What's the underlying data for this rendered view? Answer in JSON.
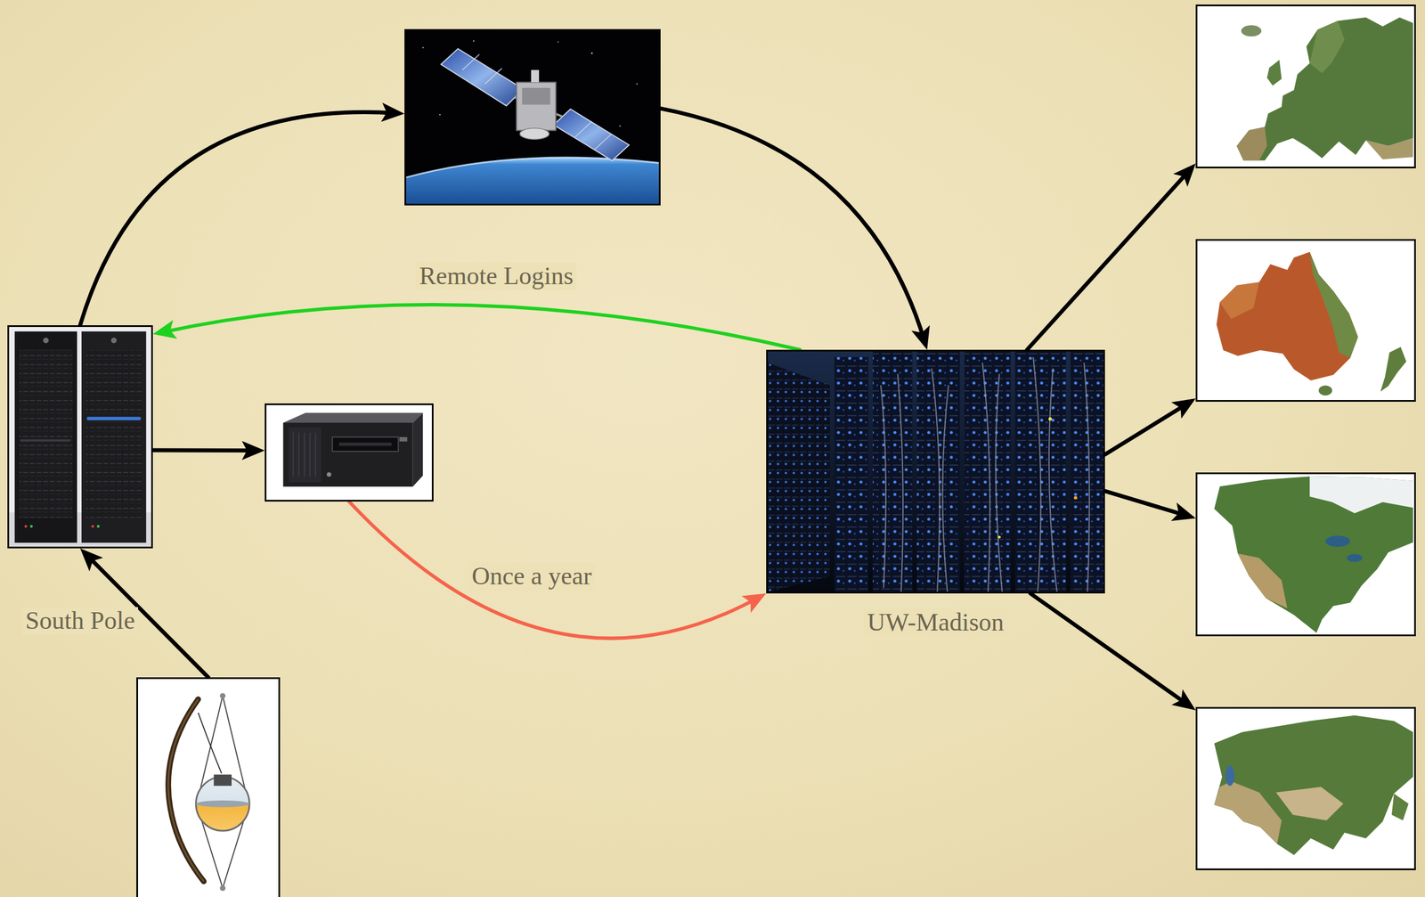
{
  "diagram": {
    "nodes": [
      {
        "text": [
          "South Pole"
        ]
      },
      {
        "text": []
      },
      {
        "text": []
      },
      {
        "text": []
      },
      {
        "text": [
          "UW-Madison"
        ]
      },
      {
        "text": []
      },
      {
        "text": []
      },
      {
        "text": []
      },
      {
        "text": []
      }
    ],
    "edges": [
      {
        "from": 3,
        "to": 0,
        "arrow": "to"
      },
      {
        "from": 0,
        "to": 1,
        "arrow": "to"
      },
      {
        "from": 1,
        "to": 4,
        "arrow": "to"
      },
      {
        "from": 4,
        "to": 0,
        "label": "Remote Logins",
        "arrow": "to"
      },
      {
        "from": 0,
        "to": 2,
        "arrow": "to"
      },
      {
        "from": 2,
        "to": 4,
        "label": "Once a year",
        "arrow": "to"
      },
      {
        "from": 4,
        "to": 5,
        "arrow": "to"
      },
      {
        "from": 4,
        "to": 6,
        "arrow": "to"
      },
      {
        "from": 4,
        "to": 7,
        "arrow": "to"
      },
      {
        "from": 4,
        "to": 8,
        "arrow": "to"
      }
    ]
  }
}
